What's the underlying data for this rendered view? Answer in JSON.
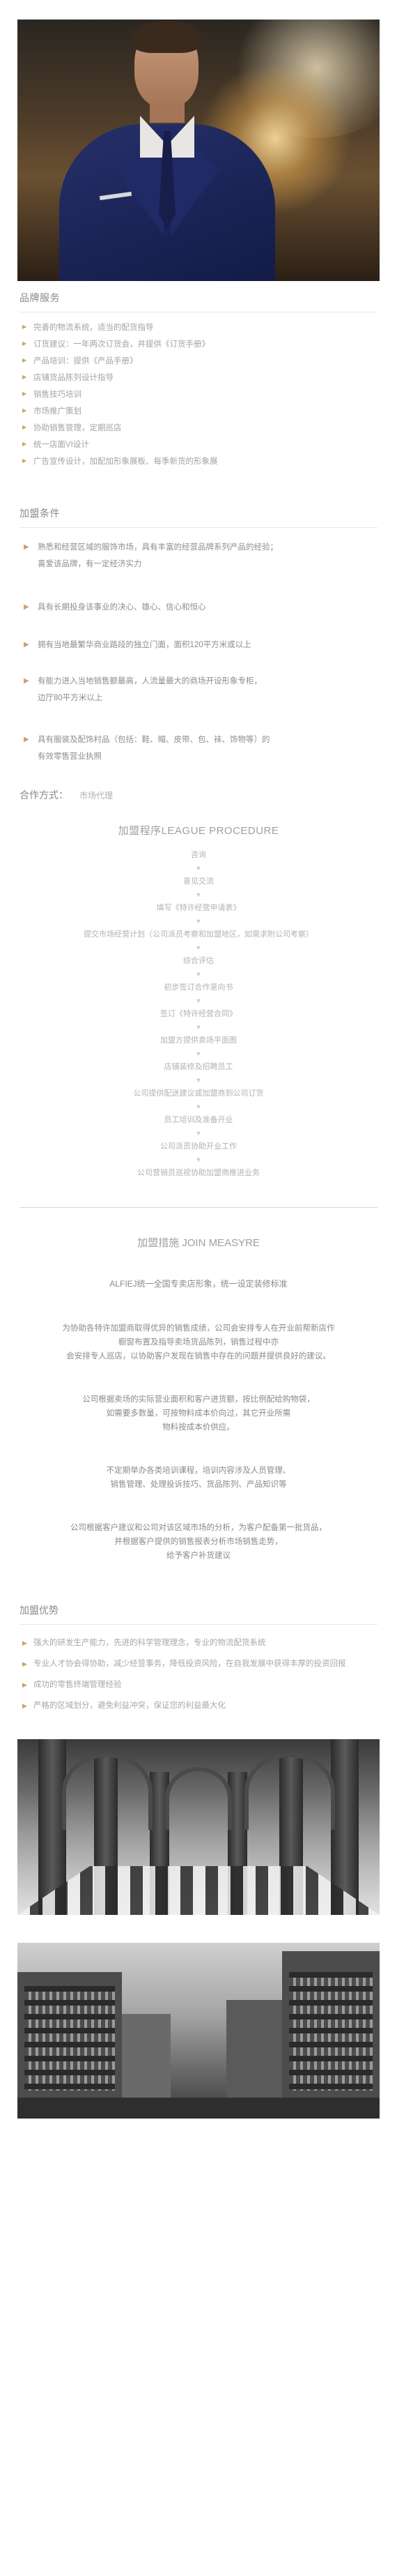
{
  "brand_services": {
    "title": "品牌服务",
    "items": [
      "完善的物流系统，适当的配货指导",
      "订货建议：一年两次订货会，并提供《订货手册》",
      "产品培训：提供《产品手册》",
      "店铺货品陈列设计指导",
      "销售技巧培训",
      "市场推广策划",
      "协助销售管理，定期巡店",
      "统一店面VI设计",
      "广告宣传设计，加配加形象展板、每季新货的形象展"
    ]
  },
  "conditions": {
    "title": "加盟条件",
    "items": [
      {
        "line1": "熟悉和经营区域的服饰市场，具有丰富的经营品牌系列产品的经验；",
        "line2": "喜爱该品牌，有一定经济实力"
      },
      {
        "line1": "具有长期投身该事业的决心、雄心、信心和恒心",
        "line2": ""
      },
      {
        "line1": "拥有当地最繁华商业路段的独立门面，面积120平方米或以上",
        "line2": ""
      },
      {
        "line1": "有能力进入当地销售额最高，人流量最大的商场开设形象专柜，",
        "line2": "边厅80平方米以上"
      },
      {
        "line1": "具有服装及配饰村品（包括：鞋、帽、皮带、包、袜、饰物等）的",
        "line2": "有效零售营业执照"
      }
    ]
  },
  "cooperation": {
    "label": "合作方式：",
    "value": "市场代理"
  },
  "procedure": {
    "title": "加盟程序LEAGUE PROCEDURE",
    "arrow": "▼",
    "steps": [
      "咨询",
      "意见交流",
      "填写《特许经营申请表》",
      "提交市场经营计划（公司派员考察和加盟地区，如需求附公司考察）",
      "综合评估",
      "初步签订合作意向书",
      "签订《特许经营合同》",
      "加盟方提供卖场平面图",
      "店铺装修及招聘员工",
      "公司提供配送建议或加盟商到公司订货",
      "员工培训及准备开业",
      "公司派员协助开业工作",
      "公司营销员巡视协助加盟商推进业务"
    ]
  },
  "measures": {
    "title": "加盟措施 JOIN MEASYRE",
    "intro": "ALFIEJ统一全国专卖店形象，统一设定装修标准",
    "paragraphs": [
      {
        "l1": "为协助各特许加盟商取得优异的销售成绩，公司会安排专人在开业前帮新店作",
        "l2": "橱窗布置及指导卖场货品陈列，销售过程中亦",
        "l3": "会安排专人巡店，以协助客户发现在销售中存在的问题并提供良好的建议。"
      },
      {
        "l1": "公司根据卖场的实际营业面积和客户进货额，按比例配给购物袋，",
        "l2": "如需要多数量，可按物料成本价向过，其它开业所需",
        "l3": "物料按成本价供应。"
      },
      {
        "l1": "不定期举办各类培训课程，培训内容涉及人员管理、",
        "l2": "销售管理、处理投诉技巧、货品陈列、产品知识等",
        "l3": ""
      },
      {
        "l1": "公司根据客户建议和公司对该区域市场的分析，为客户配备第一批货品，",
        "l2": "并根据客户提供的销售报表分析市场销售走势，",
        "l3": "给予客户补货建议"
      }
    ]
  },
  "advantages": {
    "title": "加盟优势",
    "items": [
      "强大的研发生产能力，先进的科学管理理念，专业的物流配货系统",
      "专业人才协会得协助，减少经营事务，降低投资风险，在自我发展中获得丰厚的投资回报",
      "成功的零售终端管理经验",
      "严格的区域划分，避免利益冲突，保证您的利益最大化"
    ]
  },
  "icons": {
    "bullet": "▶"
  },
  "colors": {
    "bullet": "#c9a36a",
    "heading": "#8a8a8a",
    "body": "#a3a3a3"
  }
}
